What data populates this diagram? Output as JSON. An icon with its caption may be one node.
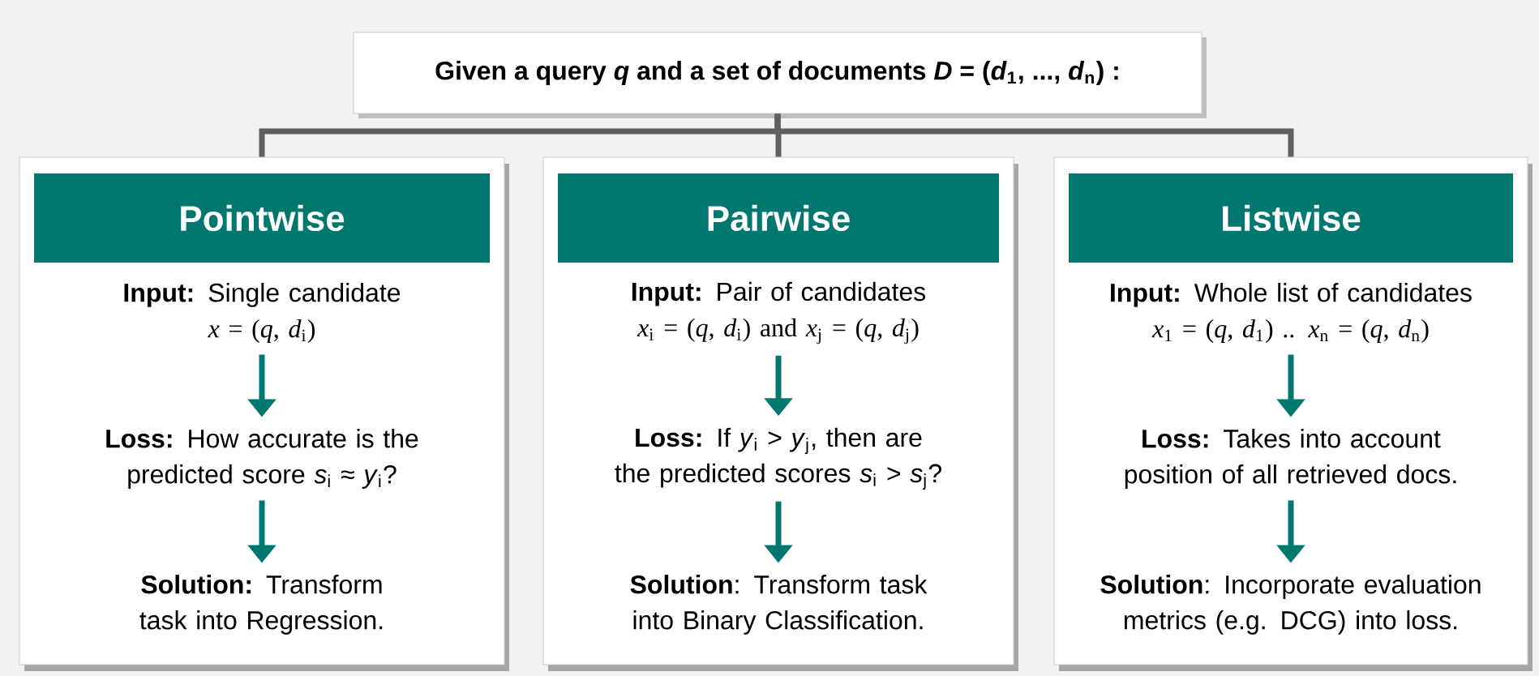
{
  "diagram": {
    "nodes": [
      {
        "text": [
          "Given  a query *q* and a set of documents *D* = (*d*$_{1}$, ..., *d*$_{n}$) :"
        ]
      },
      {
        "text": [],
        "shape": "box"
      },
      {
        "text": [
          "Pointwise"
        ],
        "in": 1
      },
      {
        "text": [
          "**Input:** Single candidate",
          "*x* = (*q*, *d*$_{i}$)"
        ],
        "in": 1
      },
      {
        "text": [
          "**Loss:** How accurate is the predicted score *s*$_{i}$ ≈ *y*$_{i}$?"
        ],
        "in": 1
      },
      {
        "text": [
          "**Solution:** Transform task into Regression."
        ],
        "in": 1
      },
      {
        "text": [],
        "shape": "box"
      },
      {
        "text": [
          "Pairwise"
        ],
        "in": 6
      },
      {
        "text": [
          "**Input:** Pair of candidates",
          "*x*$_{i}$ = (*q*, *d*$_{i}$)   and   *x*$_{j}$ = (*q*, *d*$_{j}$)"
        ],
        "in": 6
      },
      {
        "text": [
          "**Loss:** If *y*$_{i}$ > *y*$_{j}$, then are the predicted scores *s*$_{i}$ > *s*$_{j}$?"
        ],
        "in": 6
      },
      {
        "text": [
          "**Solution**: Transform task into Binary Classification."
        ],
        "in": 6
      },
      {
        "text": [],
        "shape": "box"
      },
      {
        "text": [
          "Listwise"
        ],
        "in": 11
      },
      {
        "text": [
          "**Input:** Whole list of candidates",
          "*x*$_{1}$ = (*q*, *d*$_{1}$)   ..   *x*$_{n}$ = (*q*, *d*$_{n}$)"
        ],
        "in": 11
      },
      {
        "text": [
          "**Loss:** Takes into account position of all retrieved docs."
        ],
        "in": 11
      },
      {
        "text": [
          "**Solution**: Incorporate evaluation metrics (e.g. DCG) into loss."
        ],
        "in": 11
      }
    ],
    "edges": [
      {
        "from": 0,
        "to": 1,
        "arrow": "none",
        "color": "#5f5f5f"
      },
      {
        "from": 0,
        "to": 6,
        "arrow": "none",
        "color": "#5f5f5f"
      },
      {
        "from": 0,
        "to": 11,
        "arrow": "none",
        "color": "#5f5f5f"
      },
      {
        "from": 3,
        "to": 4,
        "arrow": "to"
      },
      {
        "from": 4,
        "to": 5,
        "arrow": "to"
      },
      {
        "from": 8,
        "to": 9,
        "arrow": "to"
      },
      {
        "from": 9,
        "to": 10,
        "arrow": "to"
      },
      {
        "from": 13,
        "to": 14,
        "arrow": "to"
      },
      {
        "from": 14,
        "to": 15,
        "arrow": "to"
      }
    ]
  }
}
